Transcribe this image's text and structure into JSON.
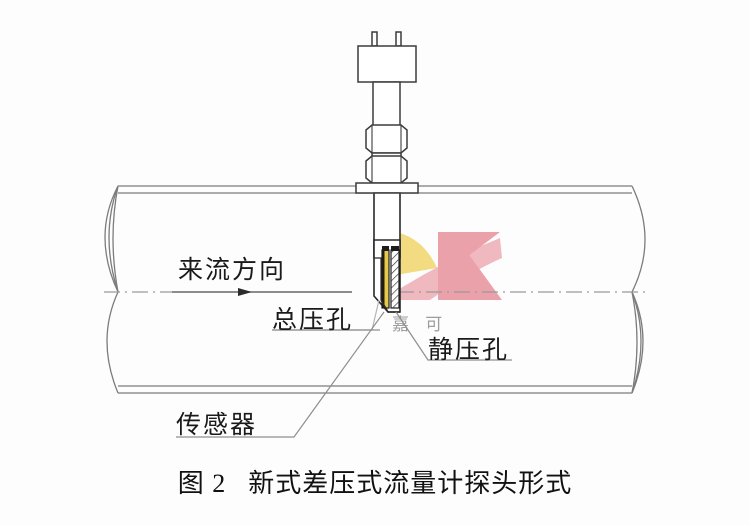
{
  "figure": {
    "caption_number": "图 2",
    "caption_title": "新式差压式流量计探头形式",
    "labels": {
      "flow_direction": "来流方向",
      "total_pressure_hole": "总压孔",
      "static_pressure_hole": "静压孔",
      "sensor": "传感器"
    },
    "watermark": {
      "text": "嘉 可",
      "logo_glyph": "K",
      "logo_pink": "#ea9aa4",
      "logo_yellow": "#f3d978"
    },
    "colors": {
      "line": "#6a6a6a",
      "line_dark": "#3c3c3c",
      "centerline": "#8a8a8a",
      "text": "#1a1a1a",
      "background": "#fdfdfd",
      "channel_yellow": "#e8c84a",
      "channel_dark": "#221c10"
    },
    "parts": {
      "terminal_box": "terminal-box",
      "terminal_pins": "terminal-pins",
      "shaft": "probe-shaft",
      "hex_nut_upper": "hex-nut-upper",
      "hex_nut_lower": "hex-nut-lower",
      "mounting_flange": "mounting-flange",
      "probe_body": "probe-body",
      "probe_tip": "probe-tip",
      "pipe": "pipe-body",
      "pipe_left_end": "pipe-left-end",
      "pipe_right_end": "pipe-right-end",
      "flow_arrow": "flow-arrow",
      "centerline": "pipe-centerline"
    }
  }
}
